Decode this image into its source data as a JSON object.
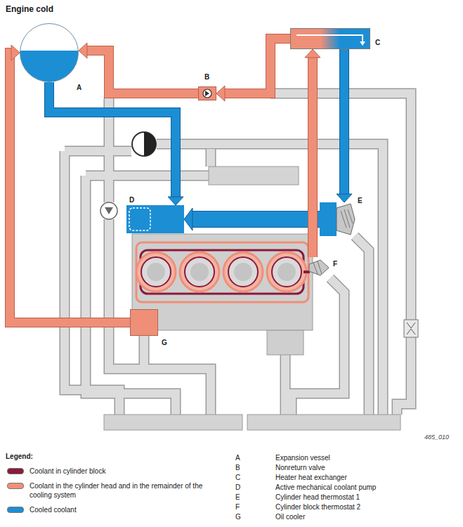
{
  "diagram": {
    "title": "Engine cold",
    "nodes": [
      {
        "text": [
          "A"
        ]
      },
      {
        "text": [
          "B"
        ]
      },
      {
        "text": [
          "C"
        ]
      },
      {
        "text": [
          "D"
        ]
      },
      {
        "text": [
          "E"
        ]
      },
      {
        "text": [
          "F"
        ]
      },
      {
        "text": [
          "G"
        ]
      }
    ],
    "edges": [
      {
        "from": 6,
        "to": 0,
        "arrow": "to"
      },
      {
        "from": 0,
        "to": 3,
        "arrow": "to"
      },
      {
        "from": 4,
        "to": 3,
        "arrow": "to"
      },
      {
        "from": 2,
        "to": 4,
        "arrow": "to"
      },
      {
        "from": 5,
        "to": 2,
        "arrow": "to"
      },
      {
        "from": 2,
        "to": 1,
        "arrow": "to"
      },
      {
        "from": 1,
        "to": 0,
        "arrow": "to"
      }
    ],
    "labels": [
      "485_010",
      "Legend:",
      "A",
      "Expansion vessel",
      "B",
      "Nonreturn valve",
      "C",
      "Heater heat exchanger",
      "D",
      "Active mechanical coolant pump",
      "E",
      "Cylinder head thermostat 1",
      "F",
      "Cylinder block thermostat 2",
      "G",
      "Oil cooler"
    ],
    "legend": [
      {
        "text": "Coolant in cylinder block",
        "color": "#8b1a3a"
      },
      {
        "text": "Coolant in the cylinder head and in the remainder of the cooling system",
        "color": "#ef8f78"
      },
      {
        "text": "Cooled coolant",
        "color": "#1c8ed4"
      }
    ]
  }
}
